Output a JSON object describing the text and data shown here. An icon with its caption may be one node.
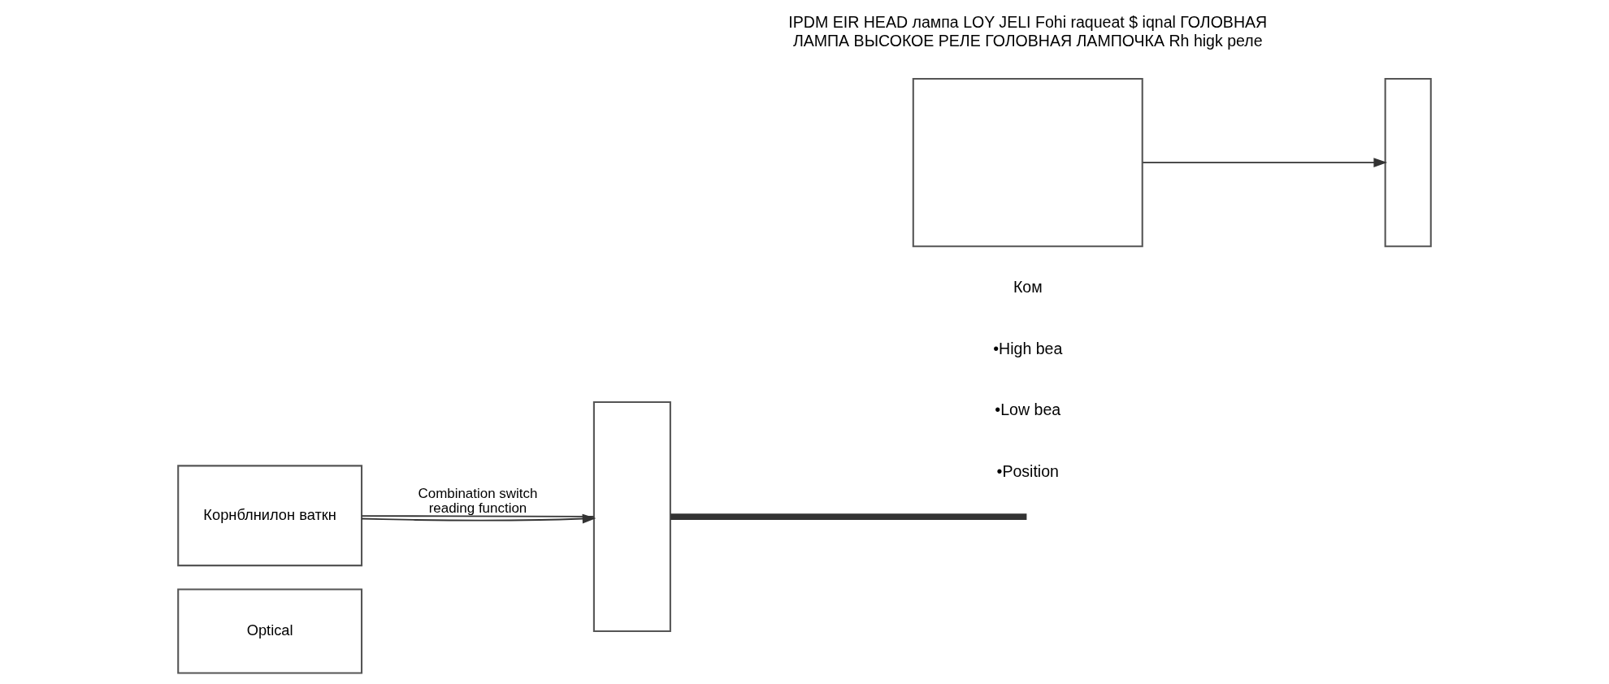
{
  "diagram": {
    "nodes": [
      {
        "text": [
          "Корнблнилон ваткн"
        ]
      },
      {
        "text": [
          "Optical"
        ]
      },
      {
        "text": [],
        "shape": "box"
      },
      {
        "text": [],
        "shape": "box"
      },
      {
        "text": [],
        "shape": "box"
      }
    ],
    "edges": [
      {
        "from": 0,
        "to": 2,
        "arrow": "none",
        "label": "Combination switch reading function"
      },
      {
        "from": 0,
        "to": 2,
        "arrow": "to"
      },
      {
        "from": 2,
        "to": null,
        "arrow": "none",
        "style": "thick"
      },
      {
        "from": 3,
        "to": 4,
        "arrow": "to"
      }
    ],
    "labels": [
      "Ком",
      "•High bea",
      "•Low bea",
      "•Position",
      "IPDM EIR HEAD лампа LOY JELI Fohi raqueat $ iqnal ГОЛОВНАЯ ЛАМПА ВЫСОКОЕ РЕЛЕ ГОЛОВНАЯ ЛАМПОЧКА Rh higk реле"
    ]
  }
}
